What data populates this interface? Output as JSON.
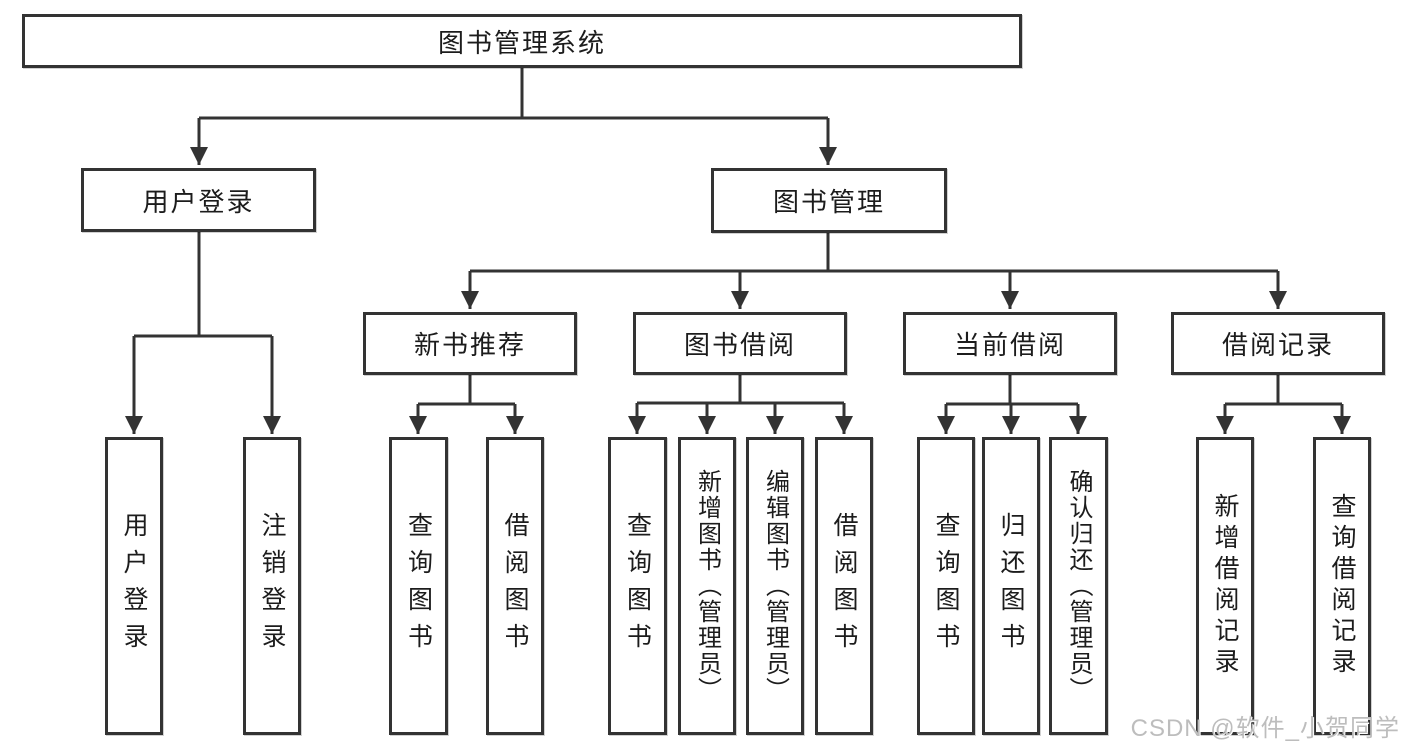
{
  "diagram": {
    "root_label": "图书管理系统",
    "level2": [
      "用户登录",
      "图书管理"
    ],
    "level3": [
      "新书推荐",
      "图书借阅",
      "当前借阅",
      "借阅记录"
    ],
    "leaves": {
      "user_login": [
        "用户登录",
        "注销登录"
      ],
      "new_book_recommend": [
        "查询图书",
        "借阅图书"
      ],
      "book_borrow": [
        "查询图书",
        "新增图书（管理员）",
        "编辑图书（管理员）",
        "借阅图书"
      ],
      "current_borrow": [
        "查询图书",
        "归还图书",
        "确认归还（管理员）"
      ],
      "borrow_records": [
        "新增借阅记录",
        "查询借阅记录"
      ]
    }
  },
  "watermark": "CSDN @软件_小贺同学",
  "colors": {
    "line": "#333333",
    "text": "#1c1c1c",
    "watermark": "#bdbdbd",
    "background": "#ffffff"
  }
}
